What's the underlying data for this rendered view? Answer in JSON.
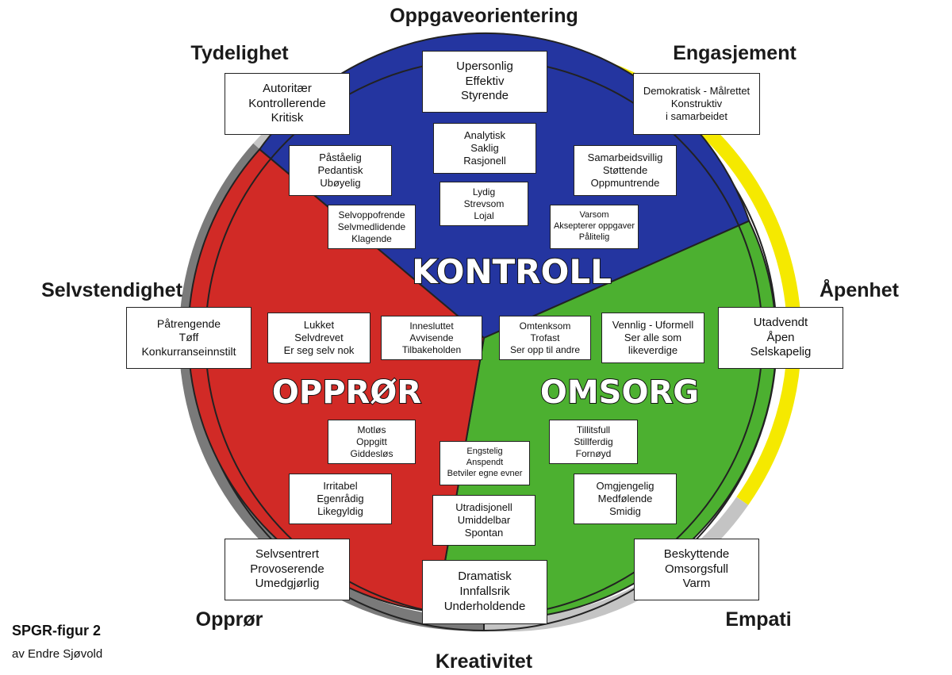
{
  "outer_labels": {
    "top": "Oppgaveorientering",
    "top_right": "Engasjement",
    "right": "Åpenhet",
    "bottom_right": "Empati",
    "bottom": "Kreativitet",
    "bottom_left": "Opprør",
    "left": "Selvstendighet",
    "top_left": "Tydelighet"
  },
  "sectors": {
    "kontroll": {
      "title": "KONTROLL",
      "color": "#2435a0"
    },
    "opprør": {
      "title": "OPPRØR",
      "color": "#d12a26"
    },
    "omsorg": {
      "title": "OMSORG",
      "color": "#4cb030"
    }
  },
  "ring_colors": {
    "yellow": "#f5e900",
    "light_grey": "#c4c4c4",
    "dark_grey": "#7a7a7a"
  },
  "boxes": {
    "upersonlig": [
      "Upersonlig",
      "Effektiv",
      "Styrende"
    ],
    "autoritaer": [
      "Autoritær",
      "Kontrollerende",
      "Kritisk"
    ],
    "demokratisk": [
      "Demokratisk - Målrettet",
      "Konstruktiv",
      "i samarbeidet"
    ],
    "analytisk": [
      "Analytisk",
      "Saklig",
      "Rasjonell"
    ],
    "paastaaelig": [
      "Påståelig",
      "Pedantisk",
      "Ubøyelig"
    ],
    "samarbeidsvillig": [
      "Samarbeidsvillig",
      "Støttende",
      "Oppmuntrende"
    ],
    "lydig": [
      "Lydig",
      "Strevsom",
      "Lojal"
    ],
    "selvoppofrende": [
      "Selvoppofrende",
      "Selvmedlidende",
      "Klagende"
    ],
    "varsom": [
      "Varsom",
      "Aksepterer oppgaver",
      "Pålitelig"
    ],
    "paatrengende": [
      "Påtrengende",
      "Tøff",
      "Konkurranseinnstilt"
    ],
    "lukket": [
      "Lukket",
      "Selvdrevet",
      "Er seg selv nok"
    ],
    "innesluttet": [
      "Innesluttet",
      "Avvisende",
      "Tilbakeholden"
    ],
    "omtenksom": [
      "Omtenksom",
      "Trofast",
      "Ser opp til andre"
    ],
    "vennlig": [
      "Vennlig - Uformell",
      "Ser alle som",
      "likeverdige"
    ],
    "utadvendt": [
      "Utadvendt",
      "Åpen",
      "Selskapelig"
    ],
    "motlos": [
      "Motløs",
      "Oppgitt",
      "Giddesløs"
    ],
    "tillitsfull": [
      "Tillitsfull",
      "Stillferdig",
      "Fornøyd"
    ],
    "engstelig": [
      "Engstelig",
      "Anspendt",
      "Betviler egne evner"
    ],
    "irritabel": [
      "Irritabel",
      "Egenrådig",
      "Likegyldig"
    ],
    "omgjengelig": [
      "Omgjengelig",
      "Medfølende",
      "Smidig"
    ],
    "utradisjonell": [
      "Utradisjonell",
      "Umiddelbar",
      "Spontan"
    ],
    "selvsentrert": [
      "Selvsentrert",
      "Provoserende",
      "Umedgjørlig"
    ],
    "beskyttende": [
      "Beskyttende",
      "Omsorgsfull",
      "Varm"
    ],
    "dramatisk": [
      "Dramatisk",
      "Innfallsrik",
      "Underholdende"
    ]
  },
  "credit": {
    "figure": "SPGR-figur 2",
    "author": "av Endre Sjøvold"
  }
}
